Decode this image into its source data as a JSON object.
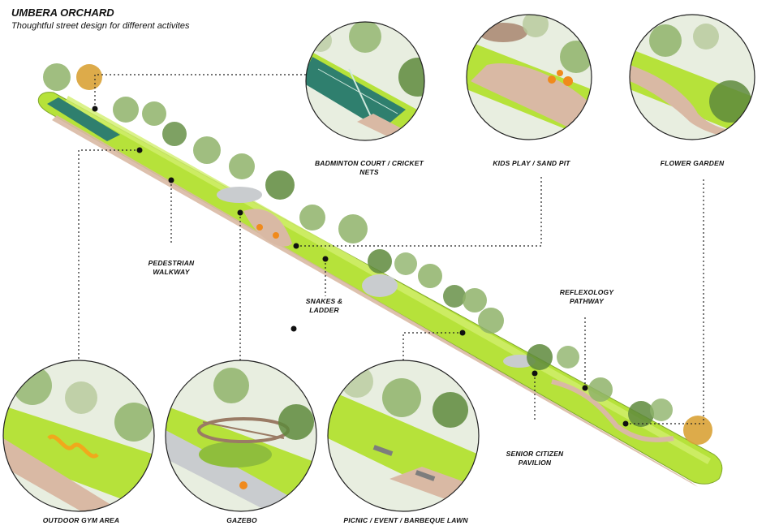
{
  "header": {
    "title": "UMBERA ORCHARD",
    "subtitle": "Thoughtful street design for different activites"
  },
  "labels": {
    "badminton": "BADMINTON COURT / CRICKET NETS",
    "kids": "KIDS PLAY / SAND PIT",
    "flower": "FLOWER GARDEN",
    "pedestrian": "PEDESTRIAN\nWALKWAY",
    "snakes": "SNAKES &\nLADDER",
    "reflexology": "REFLEXOLOGY\nPATHWAY",
    "senior": "SENIOR CITIZEN\nPAVILION",
    "gym": "OUTDOOR GYM AREA",
    "gazebo": "GAZEBO",
    "picnic": "PICNIC / EVENT / BARBEQUE LAWN"
  },
  "colors": {
    "lawn": "#b6e23a",
    "lawn_light": "#d2ef6e",
    "path": "#d9b9a4",
    "pavement": "#c9cccf",
    "court": "#2f7f6e",
    "tree": "#8fb36a",
    "tree_dark": "#5e8a3c",
    "autumn": "#d9a236",
    "orange": "#f08a1c",
    "line": "#222222"
  }
}
